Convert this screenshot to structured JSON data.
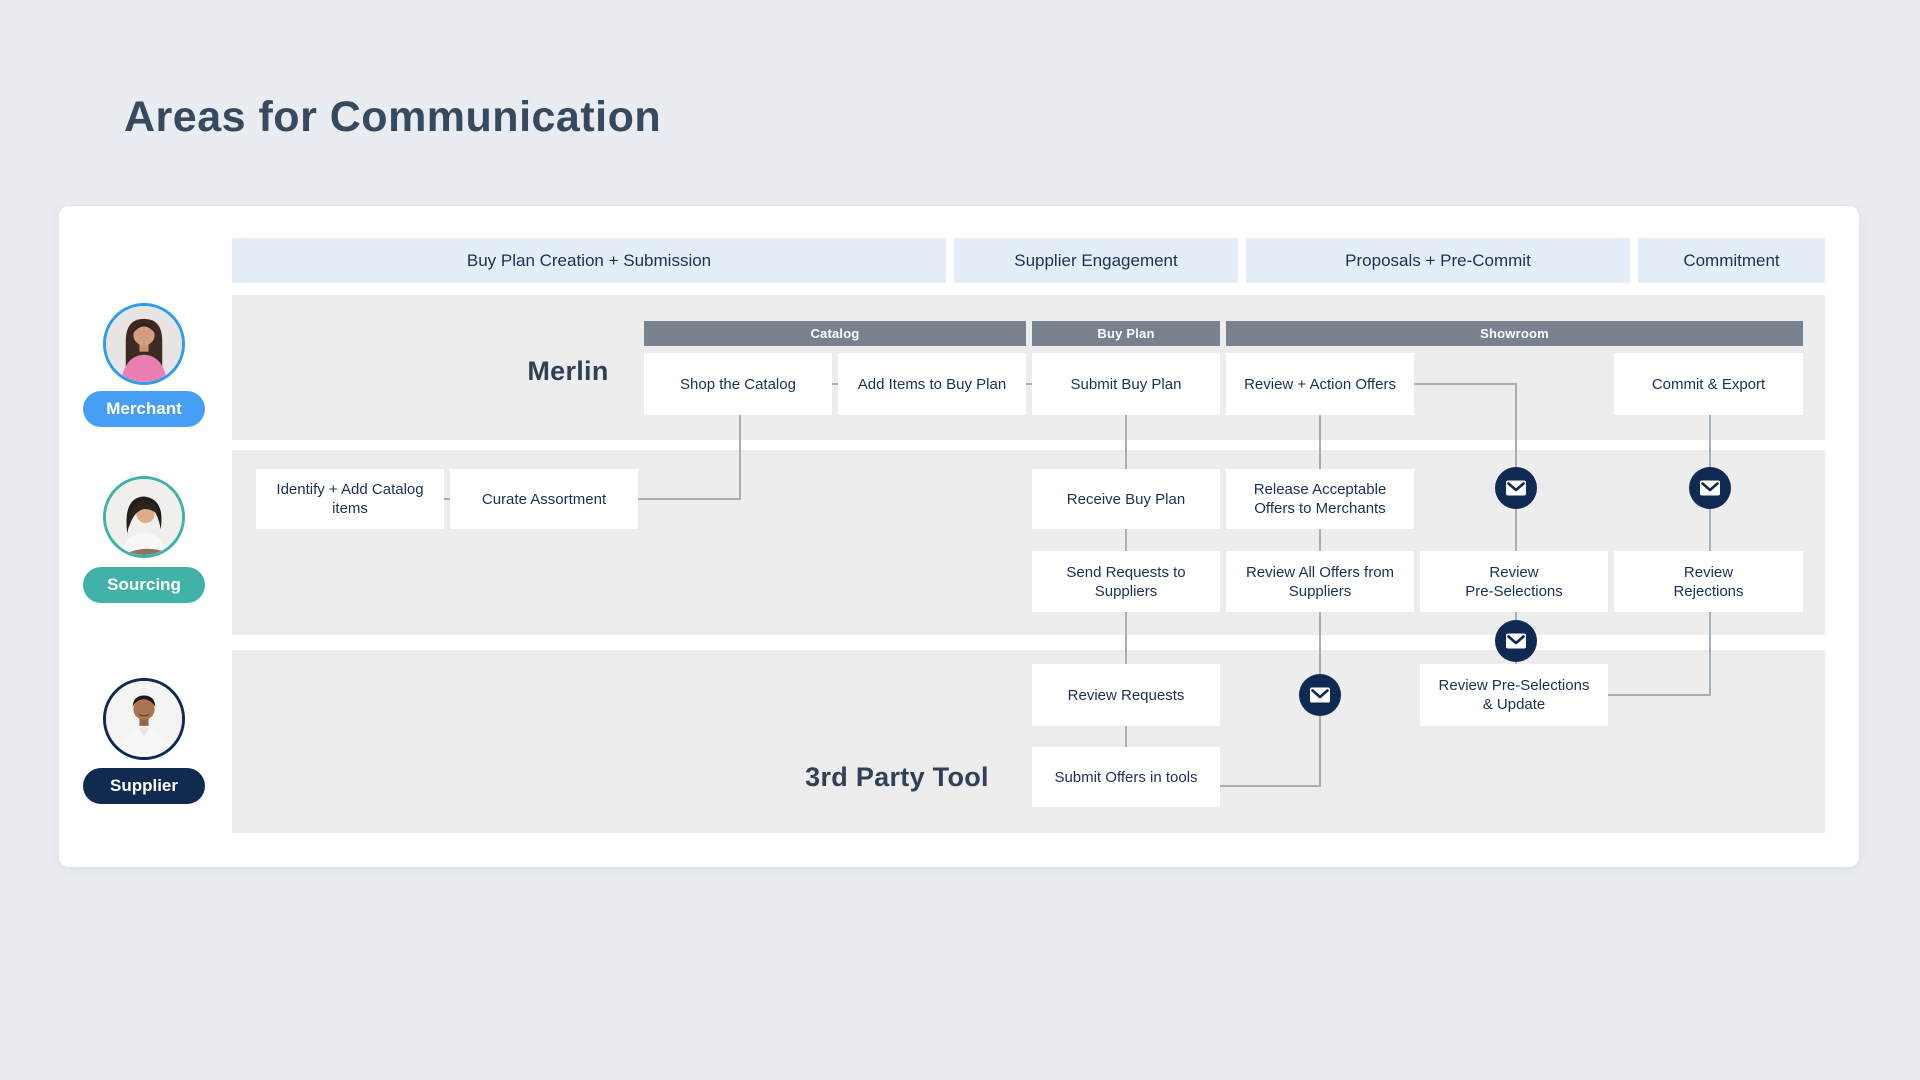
{
  "title": "Areas for Communication",
  "phases": [
    {
      "label": "Buy Plan Creation + Submission"
    },
    {
      "label": "Supplier Engagement"
    },
    {
      "label": "Proposals + Pre-Commit"
    },
    {
      "label": "Commitment"
    }
  ],
  "sections": [
    {
      "label": "Catalog"
    },
    {
      "label": "Buy Plan"
    },
    {
      "label": "Showroom"
    }
  ],
  "lanes": [
    {
      "persona": "Merchant",
      "system_label": "Merlin"
    },
    {
      "persona": "Sourcing",
      "system_label": ""
    },
    {
      "persona": "Supplier",
      "system_label": "3rd Party Tool"
    }
  ],
  "nodes": {
    "shop_the_catalog": "Shop the Catalog",
    "add_items_to_buy_plan": "Add Items to Buy Plan",
    "submit_buy_plan": "Submit Buy Plan",
    "review_action_offers": "Review + Action Offers",
    "commit_export": "Commit & Export",
    "identify_add_catalog_items": "Identify + Add Catalog\nitems",
    "curate_assortment": "Curate Assortment",
    "receive_buy_plan": "Receive Buy Plan",
    "release_acceptable_offers": "Release Acceptable\nOffers to Merchants",
    "send_requests_to_suppliers": "Send Requests to\nSuppliers",
    "review_all_offers": "Review All Offers from\nSuppliers",
    "review_pre_selections": "Review\nPre-Selections",
    "review_rejections": "Review\nRejections",
    "review_requests": "Review Requests",
    "review_pre_selections_update": "Review Pre-Selections\n& Update",
    "submit_offers_in_tools": "Submit Offers in tools"
  },
  "icons": {
    "mail": "mail-icon"
  },
  "colors": {
    "page_bg": "#e9edf1",
    "card_bg": "#ffffff",
    "phase_bg": "#e4eef8",
    "lane_bg": "#ededee",
    "section_bg": "#78828f",
    "node_bg": "#ffffff",
    "text_navy": "#1b3055",
    "title_color": "#36495f",
    "line_gray": "#a6aeb6",
    "mail_navy": "#0e2a52",
    "merchant_blue": "#479ef5",
    "merchant_ring": "#2e9bf3",
    "sourcing_teal": "#41b2a8",
    "supplier_navy": "#102a50"
  }
}
